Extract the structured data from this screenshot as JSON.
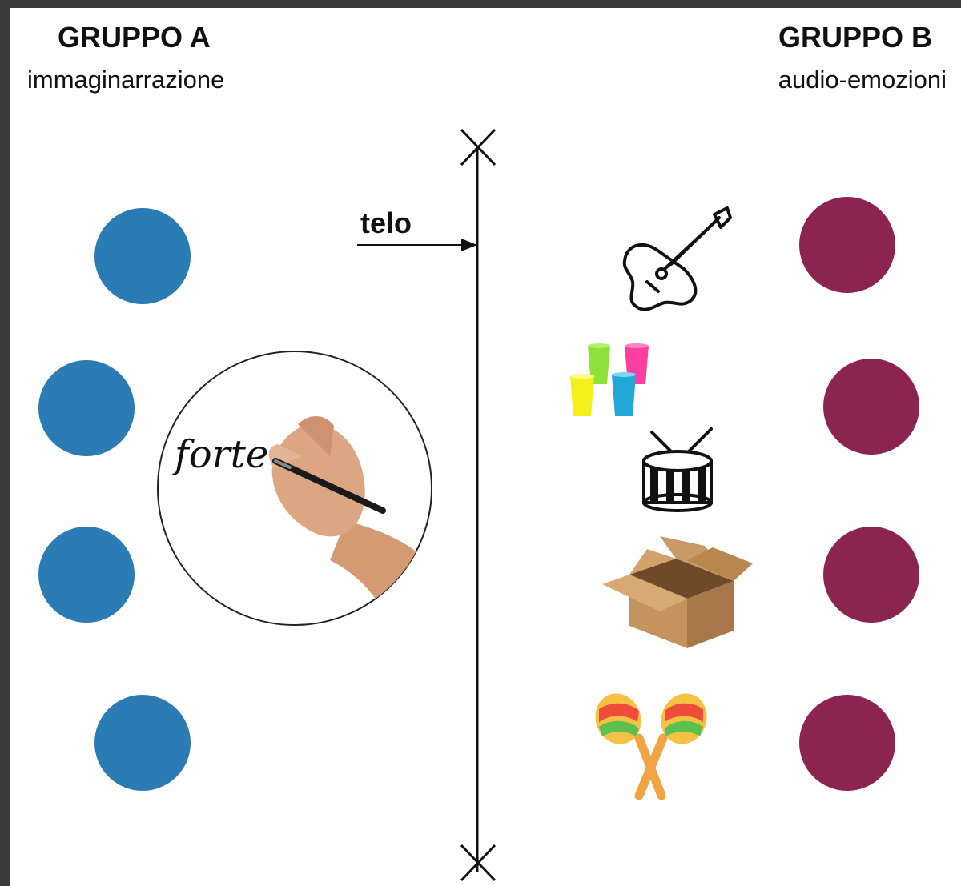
{
  "group_a": {
    "title": "GRUPPO A",
    "subtitle": "immaginarrazione",
    "circle_color": "#2b7bb4",
    "member_count": 4
  },
  "group_b": {
    "title": "GRUPPO B",
    "subtitle": "audio-emozioni",
    "circle_color": "#8c2452",
    "member_count": 4
  },
  "divider": {
    "label": "telo"
  },
  "writing": {
    "word": "forte"
  },
  "instruments": [
    "guitar-icon",
    "cups-icon",
    "drum-icon",
    "box-icon",
    "maracas-icon"
  ],
  "colors": {
    "cup_green": "#8ee03a",
    "cup_pink": "#ff3fa0",
    "cup_yellow": "#f5ef1a",
    "cup_blue": "#22a7d6",
    "box": "#c4935e",
    "skin": "#d9a27e"
  }
}
